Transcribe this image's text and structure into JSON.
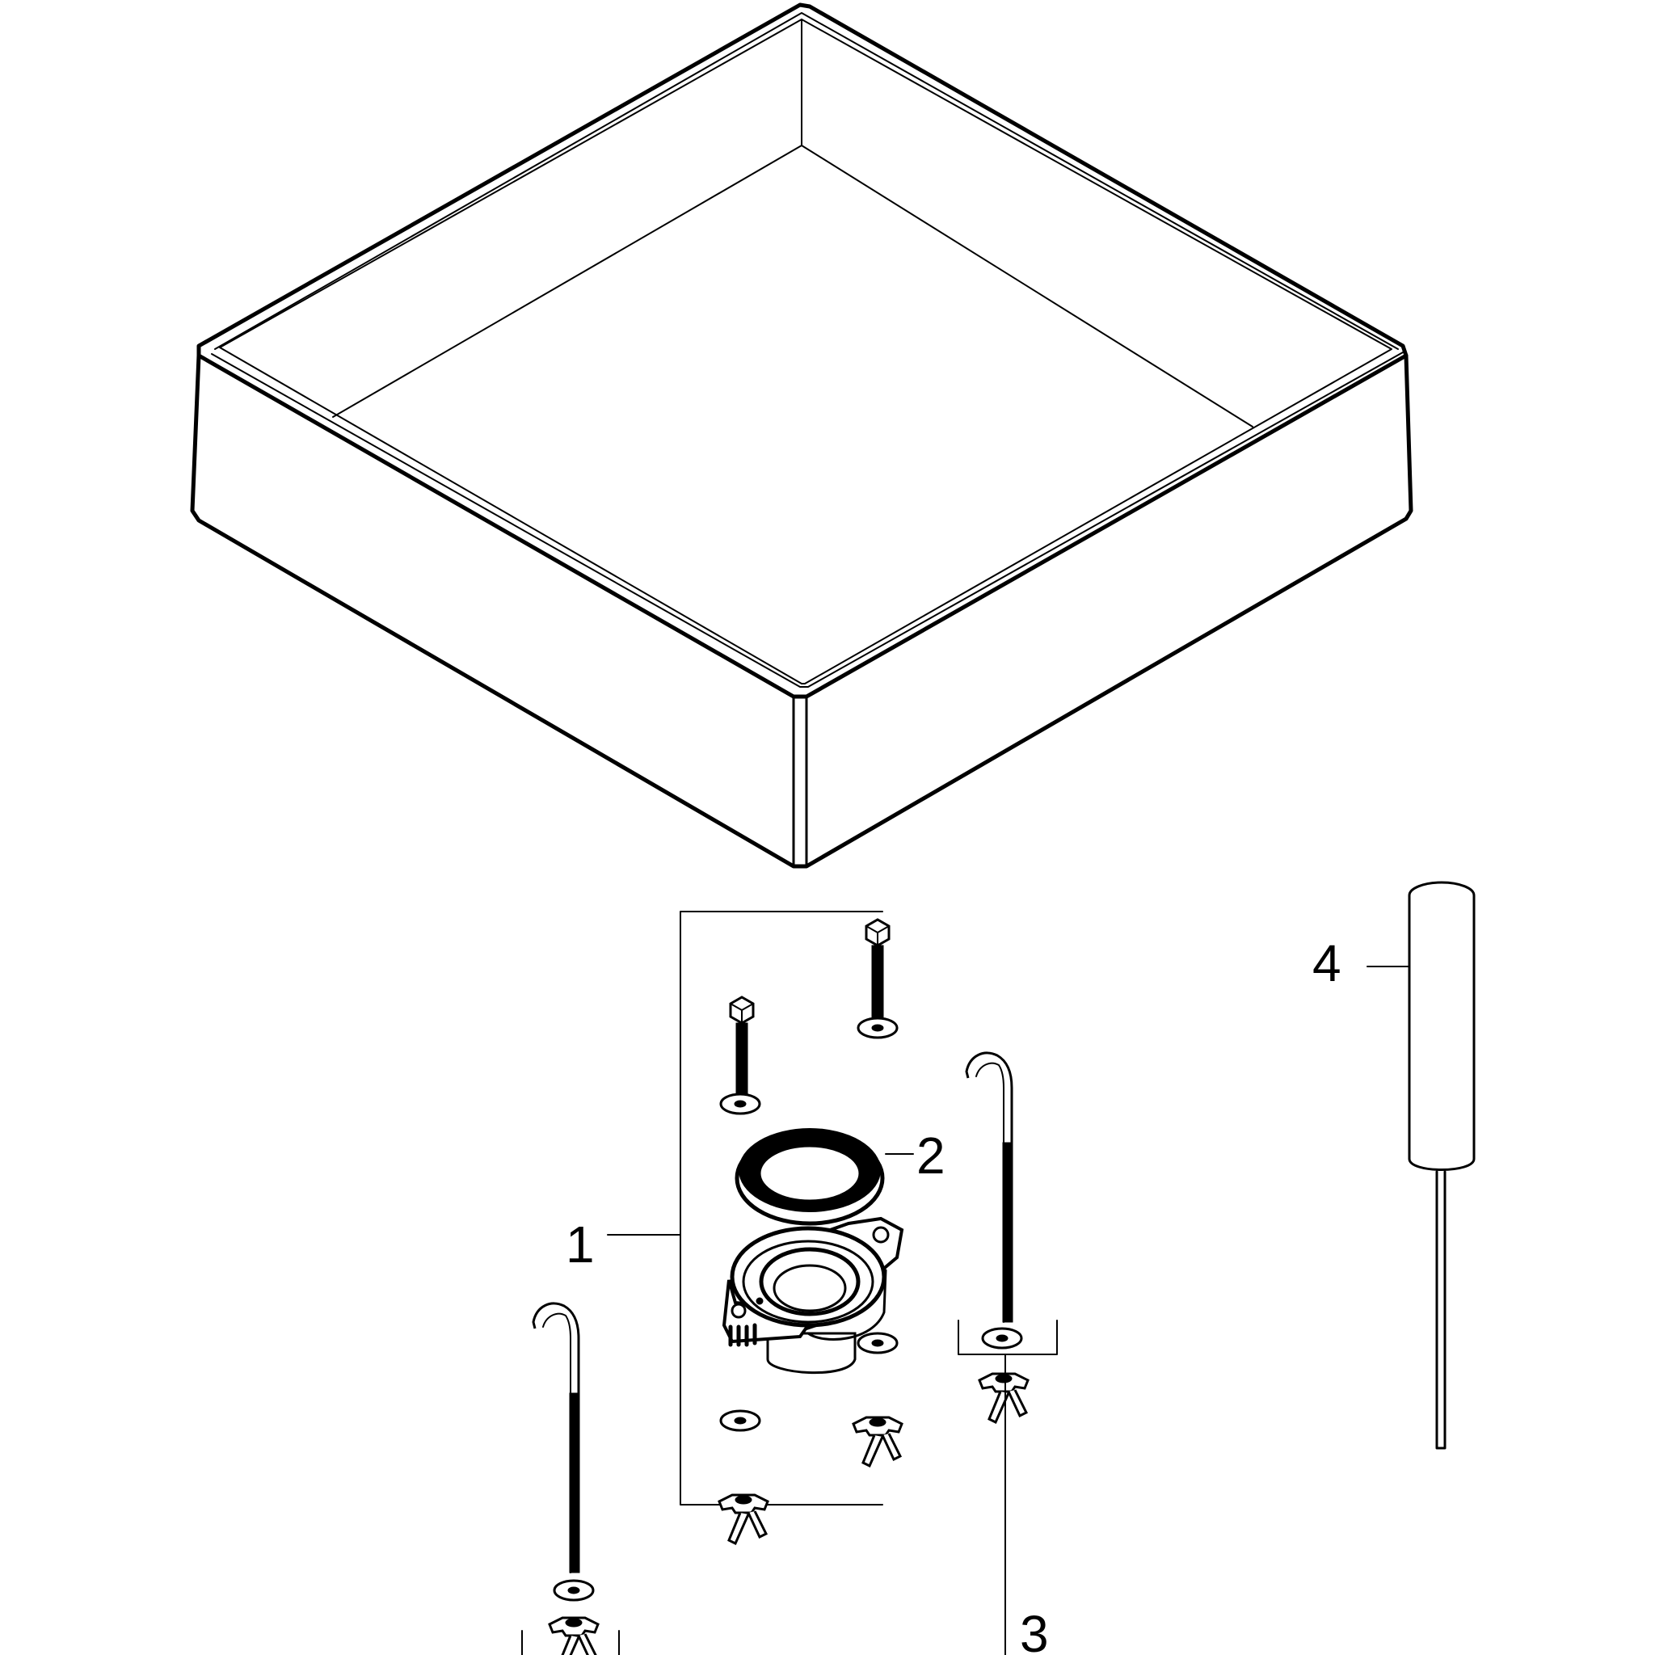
{
  "callouts": {
    "c1": "1",
    "c2": "2",
    "c3": "3",
    "c4": "4"
  },
  "colors": {
    "line": "#000000",
    "background": "#ffffff"
  },
  "parts": [
    {
      "number": "1",
      "icon": "drain-outlet-kit-icon"
    },
    {
      "number": "2",
      "icon": "seal-ring-icon"
    },
    {
      "number": "3",
      "icon": "anchor-bolt-set-icon"
    },
    {
      "number": "4",
      "icon": "tool-icon"
    }
  ]
}
